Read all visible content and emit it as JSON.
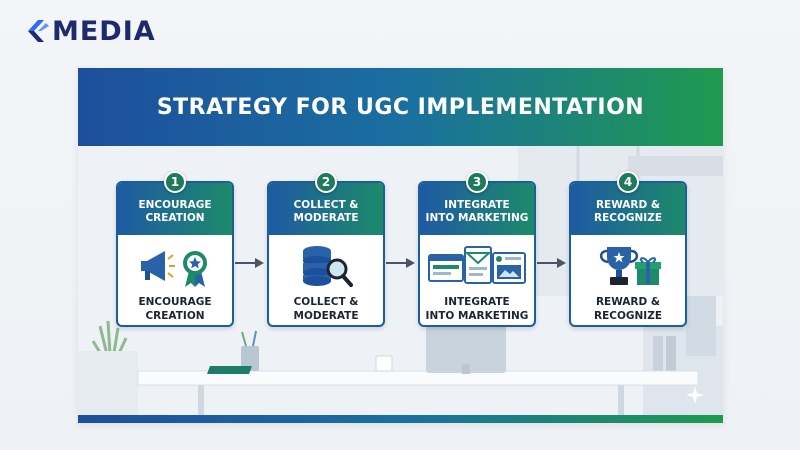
{
  "brand": {
    "name": "MEDIA",
    "icon": "k-logo-icon"
  },
  "title": "STRATEGY FOR UGC IMPLEMENTATION",
  "steps": [
    {
      "number": "1",
      "header": [
        "ENCOURAGE",
        "CREATION"
      ],
      "label": [
        "ENCOURAGE",
        "CREATION"
      ],
      "icon": "megaphone-award-icon"
    },
    {
      "number": "2",
      "header": [
        "COLLECT &",
        "MODERATE"
      ],
      "label": [
        "COLLECT &",
        "MODERATE"
      ],
      "icon": "database-magnifier-icon"
    },
    {
      "number": "3",
      "header": [
        "INTEGRATE",
        "INTO MARKETING"
      ],
      "label": [
        "INTEGRATE",
        "INTO MARKETING"
      ],
      "icon": "web-email-social-icon"
    },
    {
      "number": "4",
      "header": [
        "REWARD &",
        "RECOGNIZE"
      ],
      "label": [
        "REWARD &",
        "RECOGNIZE"
      ],
      "icon": "trophy-gift-icon"
    }
  ],
  "colors": {
    "blue": "#1d4f9c",
    "green": "#1f9a4f",
    "navy": "#1d2a6b"
  }
}
